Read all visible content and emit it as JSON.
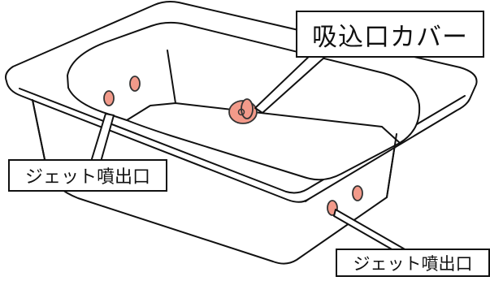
{
  "labels": {
    "intake_cover": "吸込口カバー",
    "jet_left": "ジェット噴出口",
    "jet_right": "ジェット噴出口"
  },
  "colors": {
    "line": "#111111",
    "fitting_fill": "#f29a8a",
    "fitting_stroke": "#333333",
    "tub_fill": "#ffffff"
  },
  "icons": {
    "bathtub": "bathtub-illustration",
    "jet_nozzle": "jet-nozzle",
    "intake_cover": "suction-cover"
  }
}
